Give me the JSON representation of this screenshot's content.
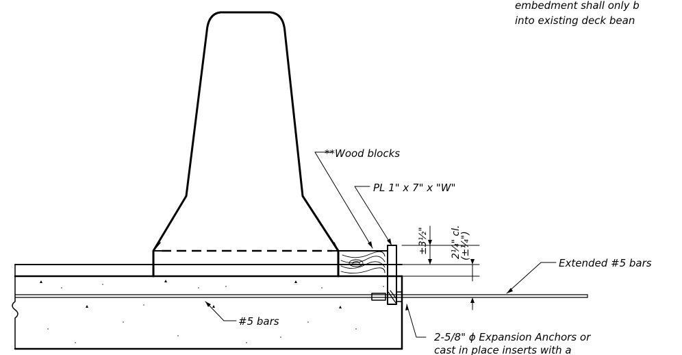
{
  "notes": {
    "top_line1": "embedment shall only b",
    "top_line2": "into existing deck bean"
  },
  "labels": {
    "wood_blocks": "**Wood blocks",
    "plate": "PL 1\" x 7\" x \"W\"",
    "extended_bars": "Extended #5 bars",
    "bars": "#5 bars",
    "anchors_line1": "2-5/8\" ϕ Expansion Anchors or",
    "anchors_line2": "cast in place inserts with a"
  },
  "dimensions": {
    "vertical_1": "±3½\"",
    "vertical_2": "2¼\" cl.",
    "vertical_3": "(±¼\")"
  }
}
